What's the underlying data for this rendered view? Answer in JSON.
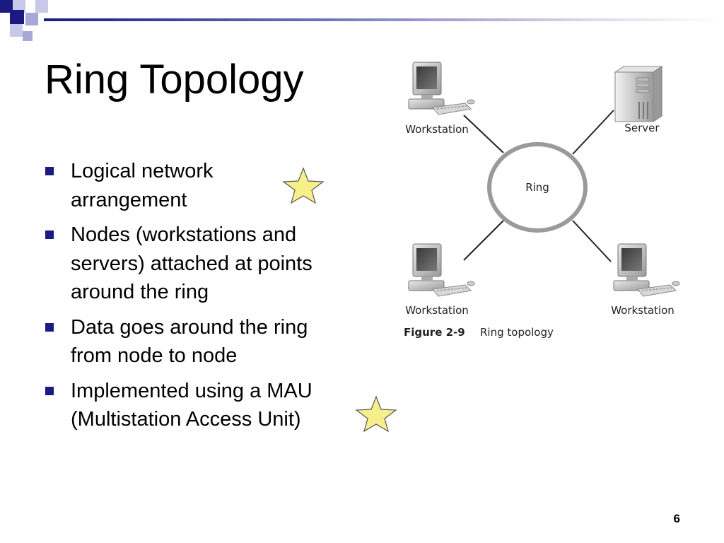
{
  "slide": {
    "title": "Ring Topology",
    "bullets": [
      "Logical network arrangement",
      "Nodes (workstations and servers) attached at points around the ring",
      "Data goes around the ring from node to node",
      "Implemented using a MAU (Multistation Access Unit)"
    ],
    "page_number": "6"
  },
  "diagram": {
    "ring_label": "Ring",
    "nodes": [
      {
        "label": "Workstation",
        "icon": "workstation-icon"
      },
      {
        "label": "Server",
        "icon": "server-icon"
      },
      {
        "label": "Workstation",
        "icon": "workstation-icon"
      },
      {
        "label": "Workstation",
        "icon": "workstation-icon"
      }
    ],
    "figure_number": "Figure 2-9",
    "figure_caption": "Ring topology"
  },
  "colors": {
    "bullet": "#1a1a80",
    "header_dark": "#1a1a80",
    "header_light": "#a8a8d8",
    "ring": "#9a9a9a",
    "star_fill": "#f7f08a"
  }
}
